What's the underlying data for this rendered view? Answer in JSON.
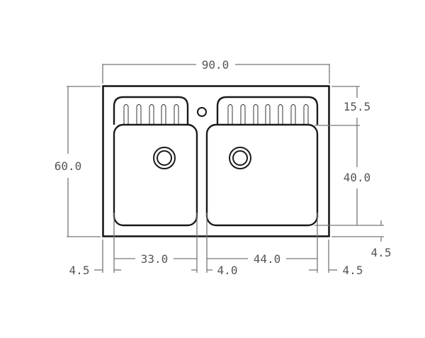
{
  "drawing": {
    "title": "Double bowl sink dimension drawing",
    "units": "cm",
    "colors": {
      "outline": "#1a1a1a",
      "dimension_line": "#777777",
      "dimension_text": "#555555",
      "background": "#ffffff"
    },
    "dimensions": {
      "overall_width": "90.0",
      "overall_depth": "60.0",
      "drainboard_depth": "15.5",
      "bowl_depth": "40.0",
      "front_margin": "4.5",
      "left_margin": "4.5",
      "left_bowl_width": "33.0",
      "bowl_gap": "4.0",
      "right_bowl_width": "44.0",
      "right_margin": "4.5"
    },
    "components": {
      "left_bowl_ribs": 5,
      "right_bowl_ribs": 7,
      "tap_hole": "tap-hole",
      "left_drain": "drain-left",
      "right_drain": "drain-right"
    }
  }
}
